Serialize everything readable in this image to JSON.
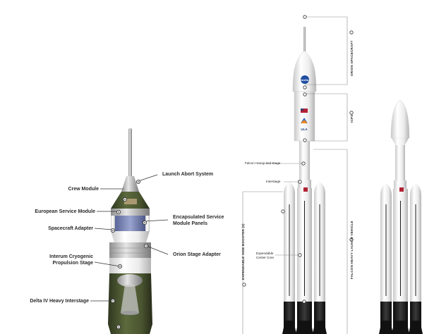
{
  "left_diagram": {
    "labels": {
      "launch_abort_system": "Launch Abort System",
      "crew_module": "Crew Module",
      "european_service_module": "European Service Module",
      "encapsulated_panels_line1": "Encapsulated Service",
      "encapsulated_panels_line2": "Module Panels",
      "spacecraft_adapter": "Spacecraft Adapter",
      "orion_stage_adapter": "Orion Stage Adapter",
      "icps_line1": "Interum Cryogenic",
      "icps_line2": "Propulsion Stage",
      "delta_iv_interstage": "Delta IV Heavy Interstage"
    }
  },
  "right_diagram": {
    "labels": {
      "falcon_2nd_stage": "Falcon Heavy 2nd Stage",
      "interstage": "Interstage",
      "expendable_core_line1": "Expendable",
      "expendable_core_line2": "Center Core"
    },
    "vertical_labels": {
      "orion_spacecraft": "ORION SPACECRAFT",
      "icps": "ICPS",
      "falcon_heavy_vehicle": "FALCON HEAVY LAUNCH VEHICLE",
      "side_boosters": "EXPENDABLE SIDE BOOSTER (2)"
    },
    "fairing_text": {
      "agency_logo": "NASA",
      "ula_logo": "ULA"
    }
  },
  "colors": {
    "hull_green": "#4e5a34",
    "hull_white": "#f2f2f2",
    "panel_blue": "#7a86b8",
    "engine_black": "#1e1e1e",
    "line_gray": "#8a8a8a"
  }
}
